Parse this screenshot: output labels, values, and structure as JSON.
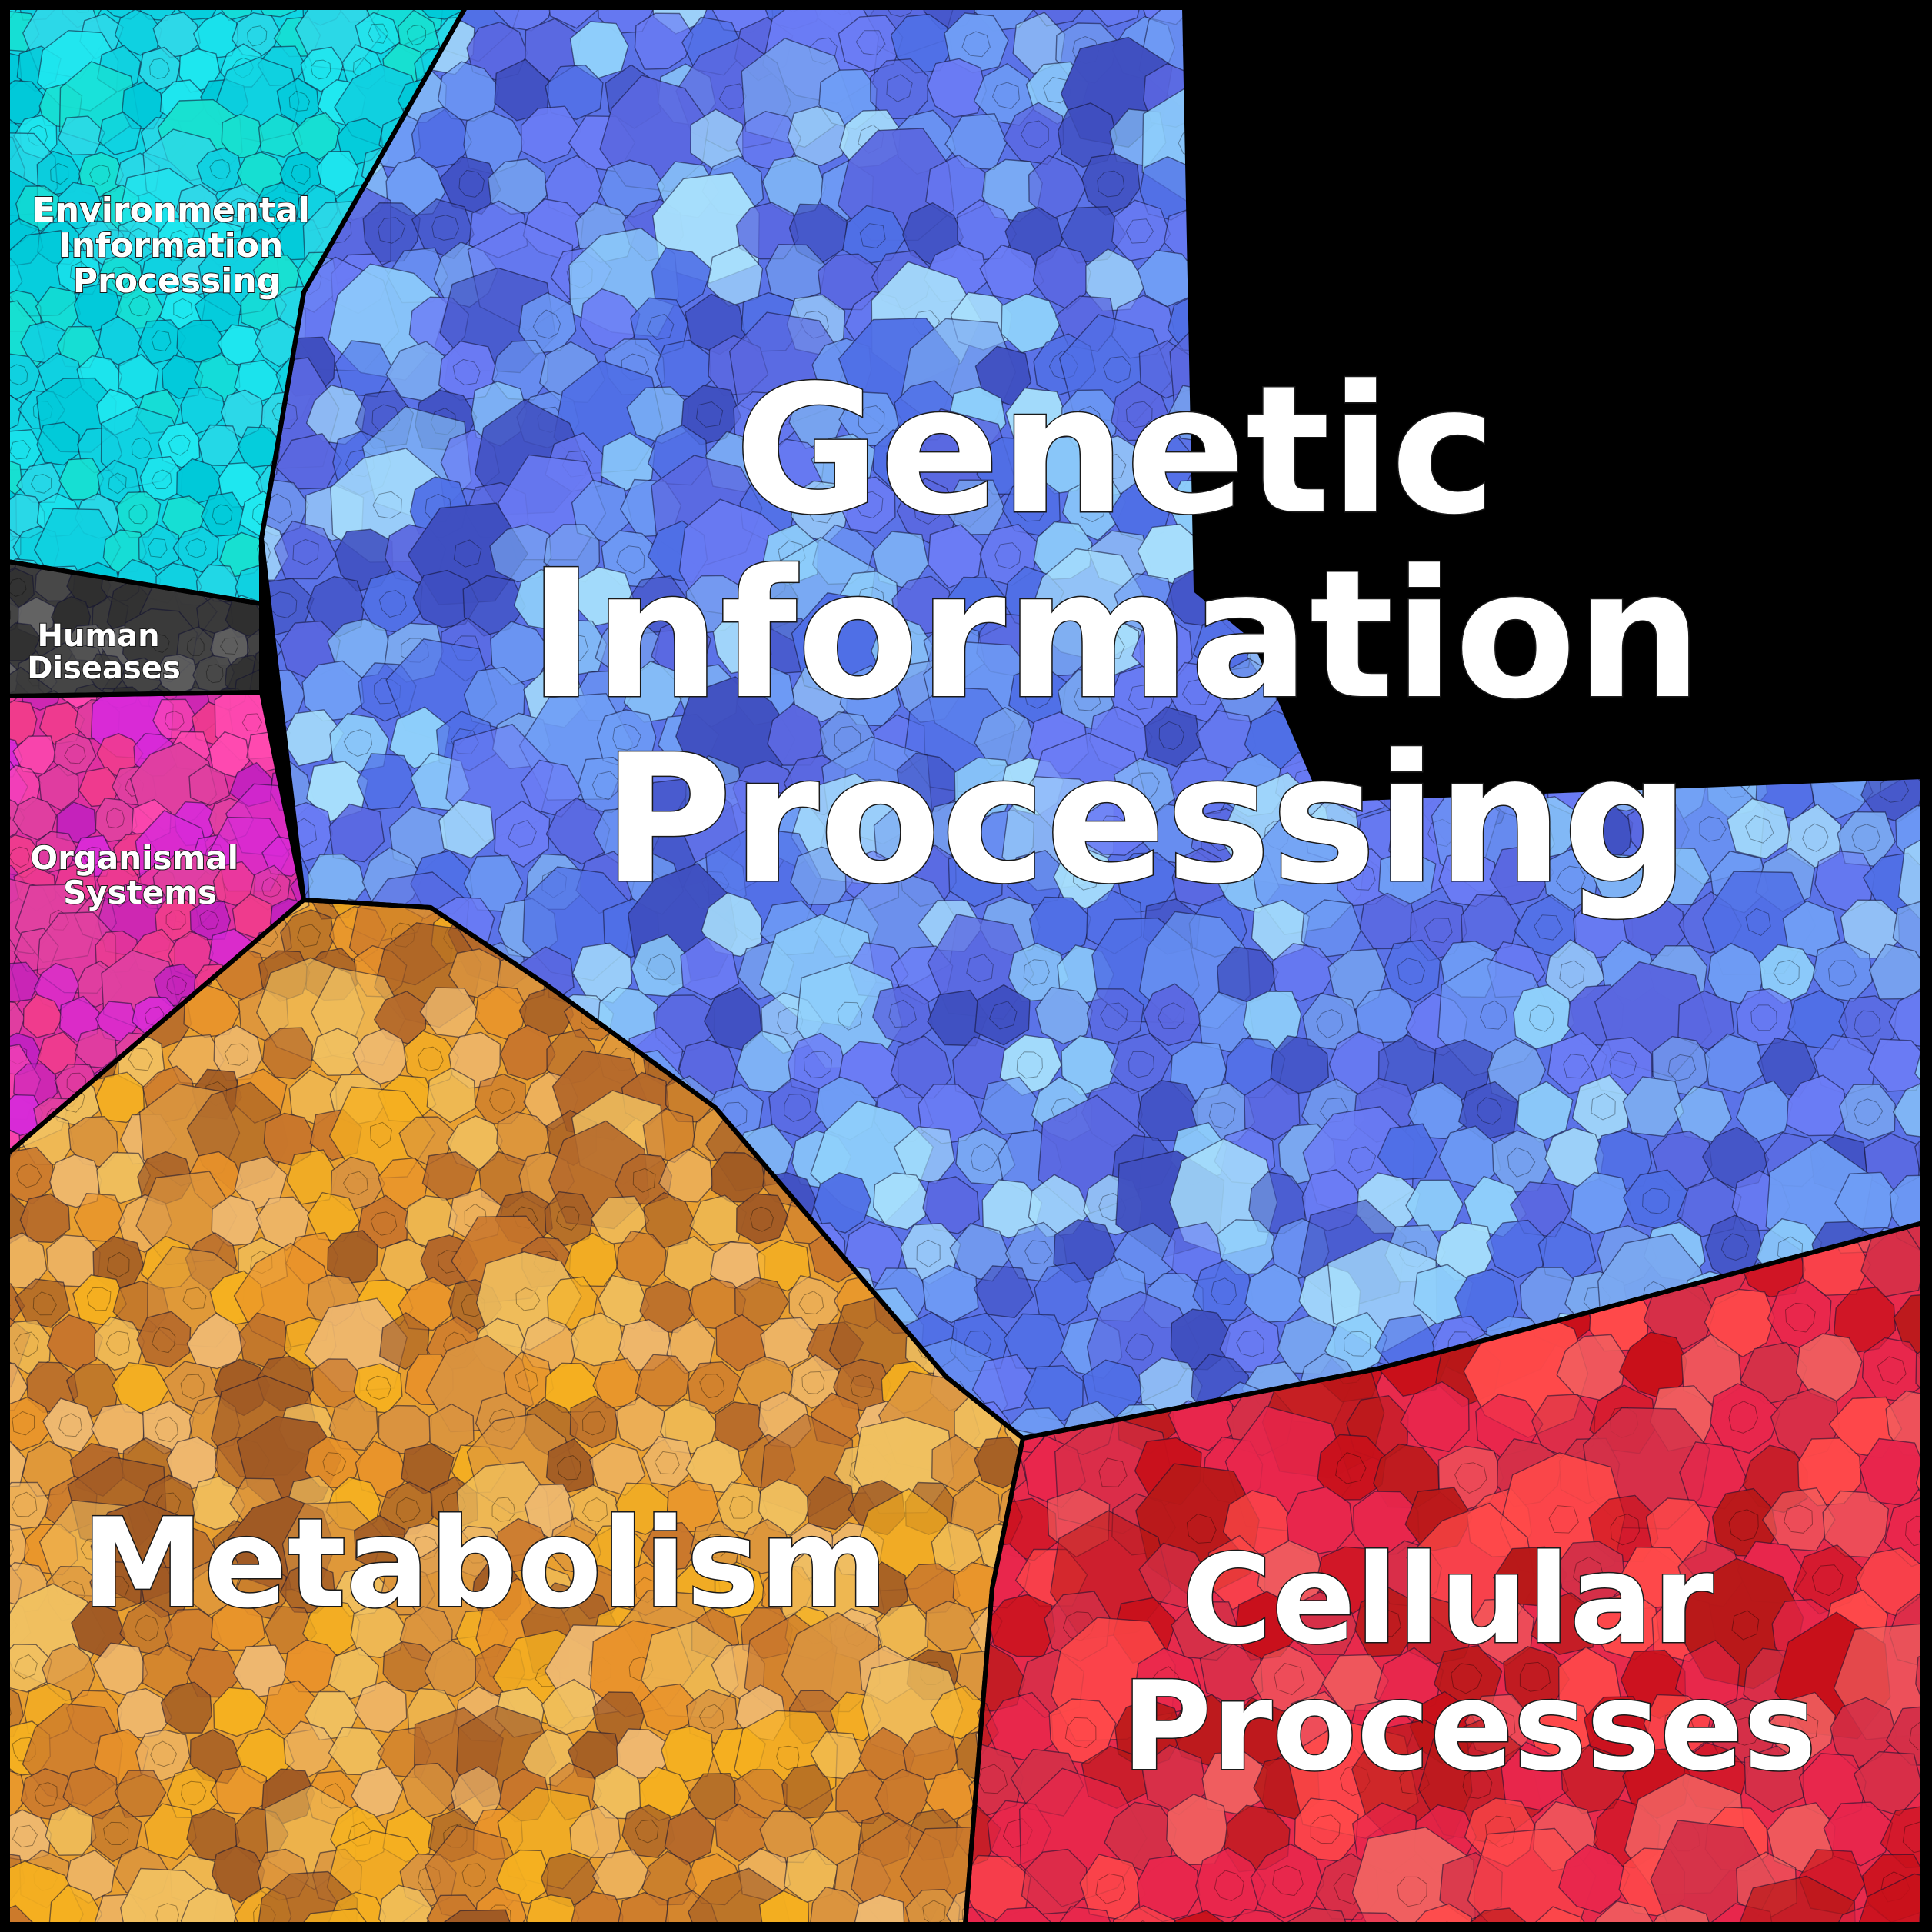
{
  "chart_data": {
    "type": "voronoi-treemap",
    "categories": [
      {
        "name_lines": [
          "Genetic",
          "Information",
          "Processing"
        ],
        "color": "#5b73e8",
        "tones": [
          "#6b7cf5",
          "#4f6fe6",
          "#5a67e0",
          "#8fd0fb",
          "#6f9df5",
          "#3f4fc0",
          "#7aa8f0",
          "#a7dffc"
        ]
      },
      {
        "name_lines": [
          "Metabolism"
        ],
        "color": "#e9a030",
        "tones": [
          "#f5b020",
          "#e8922a",
          "#d9933f",
          "#b4682a",
          "#a05a24",
          "#eeb870",
          "#c8762c",
          "#f0c060"
        ]
      },
      {
        "name_lines": [
          "Cellular",
          "Processes"
        ],
        "color": "#e82a4c",
        "tones": [
          "#e8264c",
          "#ff4a4a",
          "#c8101a",
          "#b81818",
          "#f06060",
          "#d43048"
        ]
      },
      {
        "name_lines": [
          "Environmental",
          "Information",
          "Processing"
        ],
        "color": "#10d6e4",
        "tones": [
          "#10d0e0",
          "#20e8f0",
          "#00c8d8",
          "#30d8e8",
          "#18e0d0"
        ]
      },
      {
        "name_lines": [
          "Human",
          "Diseases"
        ],
        "color": "#3c3c3c",
        "tones": [
          "#3a3a3a",
          "#4a4a4a",
          "#2e2e2e",
          "#6a6a6a"
        ]
      },
      {
        "name_lines": [
          "Organismal",
          "Systems"
        ],
        "color": "#e030a0",
        "tones": [
          "#c020c0",
          "#e040a0",
          "#f03c8c",
          "#d82ad8",
          "#ff4ab0"
        ]
      }
    ]
  }
}
